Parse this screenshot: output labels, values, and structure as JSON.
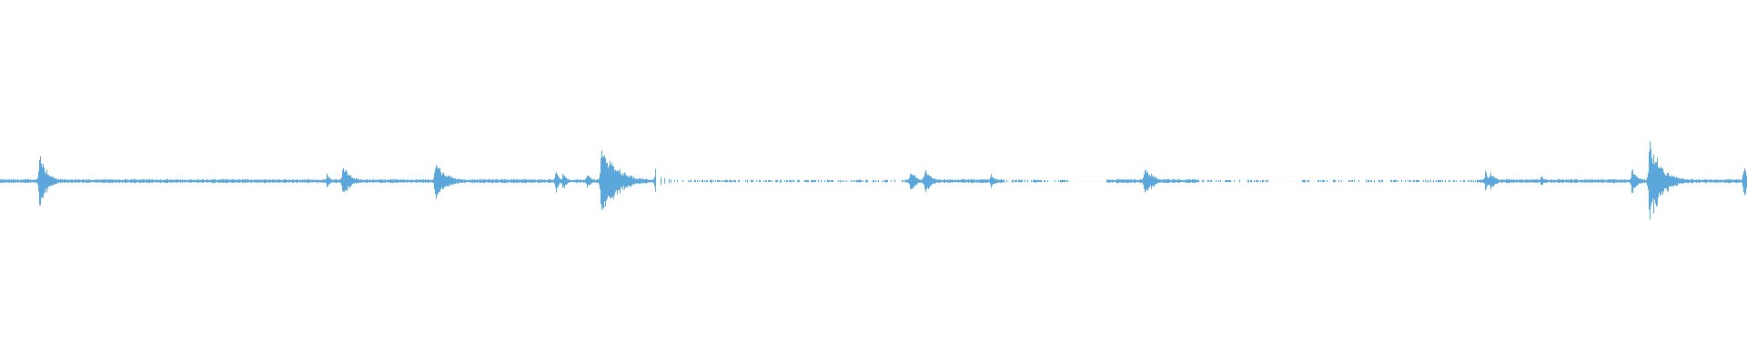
{
  "waveform": {
    "color": "#5ba7dc",
    "background": "#ffffff",
    "amplitude_range": [
      -1,
      1
    ],
    "baseline_level": 0.008,
    "silent_regions": [
      {
        "start": 0.613,
        "end": 0.633
      },
      {
        "start": 0.726,
        "end": 0.745
      }
    ],
    "sparse_regions": [
      {
        "start": 0.375,
        "end": 0.518
      },
      {
        "start": 0.575,
        "end": 0.613
      },
      {
        "start": 0.686,
        "end": 0.726
      },
      {
        "start": 0.745,
        "end": 0.845
      }
    ],
    "bursts": [
      {
        "at": 0.0225,
        "peak": 0.19,
        "decay": 0.004
      },
      {
        "at": 0.187,
        "peak": 0.045,
        "decay": 0.002
      },
      {
        "at": 0.196,
        "peak": 0.11,
        "decay": 0.004
      },
      {
        "at": 0.249,
        "peak": 0.12,
        "decay": 0.006
      },
      {
        "at": 0.318,
        "peak": 0.07,
        "decay": 0.002
      },
      {
        "at": 0.322,
        "peak": 0.06,
        "decay": 0.002
      },
      {
        "at": 0.336,
        "peak": 0.05,
        "decay": 0.002
      },
      {
        "at": 0.344,
        "peak": 0.22,
        "decay": 0.009
      },
      {
        "at": 0.375,
        "peak": 0.085,
        "decay": 0.004
      },
      {
        "at": 0.521,
        "peak": 0.07,
        "decay": 0.003
      },
      {
        "at": 0.529,
        "peak": 0.08,
        "decay": 0.004
      },
      {
        "at": 0.567,
        "peak": 0.05,
        "decay": 0.002
      },
      {
        "at": 0.655,
        "peak": 0.11,
        "decay": 0.004
      },
      {
        "at": 0.85,
        "peak": 0.06,
        "decay": 0.003
      },
      {
        "at": 0.853,
        "peak": 0.06,
        "decay": 0.003
      },
      {
        "at": 0.882,
        "peak": 0.03,
        "decay": 0.002
      },
      {
        "at": 0.934,
        "peak": 0.09,
        "decay": 0.003
      },
      {
        "at": 0.944,
        "peak": 0.24,
        "decay": 0.007
      },
      {
        "at": 0.952,
        "peak": 0.05,
        "decay": 0.004
      },
      {
        "at": 0.998,
        "peak": 0.12,
        "decay": 0.002
      }
    ]
  }
}
